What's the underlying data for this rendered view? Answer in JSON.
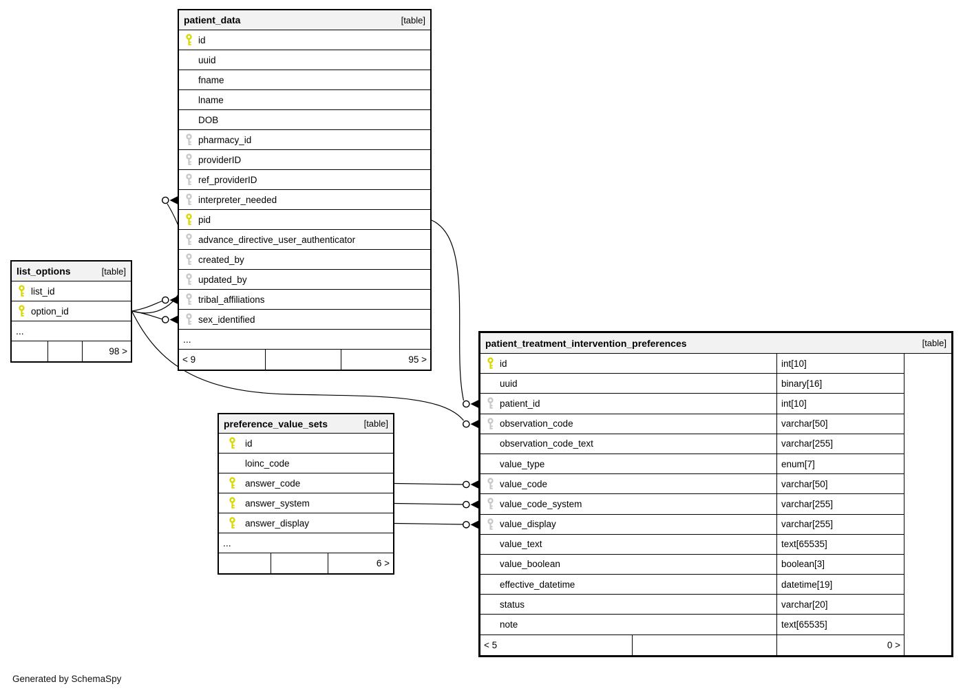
{
  "credit": "Generated by SchemaSpy",
  "legend": {
    "primary_key_color": "#d8d800",
    "foreign_key_color": "#c8c8c8",
    "header_bg": "#f2f2f2",
    "edge_color": "#000000"
  },
  "tables": {
    "patient_data": {
      "title": "patient_data",
      "tag": "[table]",
      "columns": [
        {
          "name": "id",
          "key": "pk"
        },
        {
          "name": "uuid",
          "key": "none"
        },
        {
          "name": "fname",
          "key": "none"
        },
        {
          "name": "lname",
          "key": "none"
        },
        {
          "name": "DOB",
          "key": "none"
        },
        {
          "name": "pharmacy_id",
          "key": "fk"
        },
        {
          "name": "providerID",
          "key": "fk"
        },
        {
          "name": "ref_providerID",
          "key": "fk"
        },
        {
          "name": "interpreter_needed",
          "key": "fk"
        },
        {
          "name": "pid",
          "key": "pk"
        },
        {
          "name": "advance_directive_user_authenticator",
          "key": "fk"
        },
        {
          "name": "created_by",
          "key": "fk"
        },
        {
          "name": "updated_by",
          "key": "fk"
        },
        {
          "name": "tribal_affiliations",
          "key": "fk"
        },
        {
          "name": "sex_identified",
          "key": "fk"
        }
      ],
      "ellipsis": "...",
      "footer": {
        "parents": "< 9",
        "mid": "",
        "children": "95 >"
      }
    },
    "list_options": {
      "title": "list_options",
      "tag": "[table]",
      "columns": [
        {
          "name": "list_id",
          "key": "pk"
        },
        {
          "name": "option_id",
          "key": "pk"
        }
      ],
      "ellipsis": "...",
      "footer": {
        "parents": "",
        "mid": "",
        "children": "98 >"
      }
    },
    "preference_value_sets": {
      "title": "preference_value_sets",
      "tag": "[table]",
      "columns": [
        {
          "name": "id",
          "key": "pk"
        },
        {
          "name": "loinc_code",
          "key": "none"
        },
        {
          "name": "answer_code",
          "key": "pk"
        },
        {
          "name": "answer_system",
          "key": "pk"
        },
        {
          "name": "answer_display",
          "key": "pk"
        }
      ],
      "ellipsis": "...",
      "footer": {
        "parents": "",
        "mid": "",
        "children": "6 >"
      }
    },
    "patient_treatment_intervention_preferences": {
      "title": "patient_treatment_intervention_preferences",
      "tag": "[table]",
      "columns": [
        {
          "name": "id",
          "type": "int[10]",
          "key": "pk"
        },
        {
          "name": "uuid",
          "type": "binary[16]",
          "key": "none"
        },
        {
          "name": "patient_id",
          "type": "int[10]",
          "key": "fk"
        },
        {
          "name": "observation_code",
          "type": "varchar[50]",
          "key": "fk"
        },
        {
          "name": "observation_code_text",
          "type": "varchar[255]",
          "key": "none"
        },
        {
          "name": "value_type",
          "type": "enum[7]",
          "key": "none"
        },
        {
          "name": "value_code",
          "type": "varchar[50]",
          "key": "fk"
        },
        {
          "name": "value_code_system",
          "type": "varchar[255]",
          "key": "fk"
        },
        {
          "name": "value_display",
          "type": "varchar[255]",
          "key": "fk"
        },
        {
          "name": "value_text",
          "type": "text[65535]",
          "key": "none"
        },
        {
          "name": "value_boolean",
          "type": "boolean[3]",
          "key": "none"
        },
        {
          "name": "effective_datetime",
          "type": "datetime[19]",
          "key": "none"
        },
        {
          "name": "status",
          "type": "varchar[20]",
          "key": "none"
        },
        {
          "name": "note",
          "type": "text[65535]",
          "key": "none"
        }
      ],
      "footer": {
        "parents": "< 5",
        "mid": "",
        "children": "0 >"
      }
    }
  },
  "relationships": [
    {
      "from": "list_options.option_id",
      "to": "patient_data.interpreter_needed"
    },
    {
      "from": "list_options.option_id",
      "to": "patient_data.tribal_affiliations"
    },
    {
      "from": "list_options.option_id",
      "to": "patient_data.sex_identified"
    },
    {
      "from": "list_options.option_id",
      "to": "patient_treatment_intervention_preferences.observation_code"
    },
    {
      "from": "patient_data.pid",
      "to": "patient_treatment_intervention_preferences.patient_id"
    },
    {
      "from": "preference_value_sets.answer_code",
      "to": "patient_treatment_intervention_preferences.value_code"
    },
    {
      "from": "preference_value_sets.answer_system",
      "to": "patient_treatment_intervention_preferences.value_code_system"
    },
    {
      "from": "preference_value_sets.answer_display",
      "to": "patient_treatment_intervention_preferences.value_display"
    }
  ]
}
